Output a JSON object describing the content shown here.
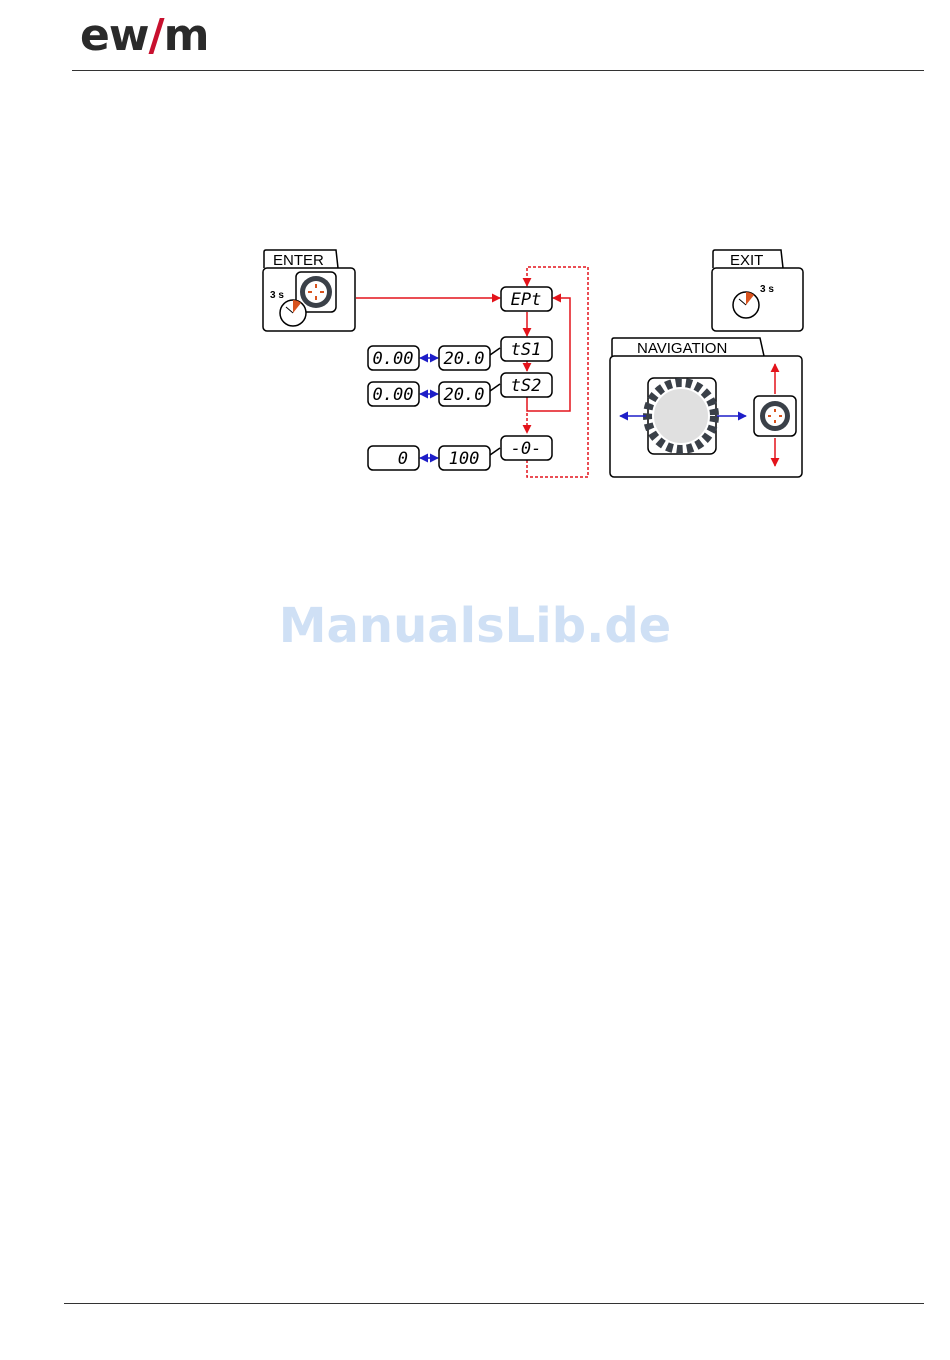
{
  "header": {
    "logo_left": "ew",
    "logo_slash": "/",
    "logo_right": "m"
  },
  "diagram": {
    "enter": {
      "label": "ENTER",
      "hold_time": "3 s"
    },
    "exit": {
      "label": "EXIT",
      "hold_time": "3 s"
    },
    "navigation": {
      "label": "NAVIGATION"
    },
    "displays": {
      "ept": "EPt",
      "ts1": "tS1",
      "ts2": "tS2",
      "zero": "-0-"
    },
    "ranges": {
      "ts1_min": "0.00",
      "ts1_max": "20.0",
      "ts2_min": "0.00",
      "ts2_max": "20.0",
      "zero_min": "0",
      "zero_max": "100"
    },
    "colors": {
      "red": "#e3131b",
      "blue": "#1e1ec8",
      "dark": "#3a4048",
      "orange": "#d9531e"
    }
  },
  "watermark": "ManualsLib.de"
}
